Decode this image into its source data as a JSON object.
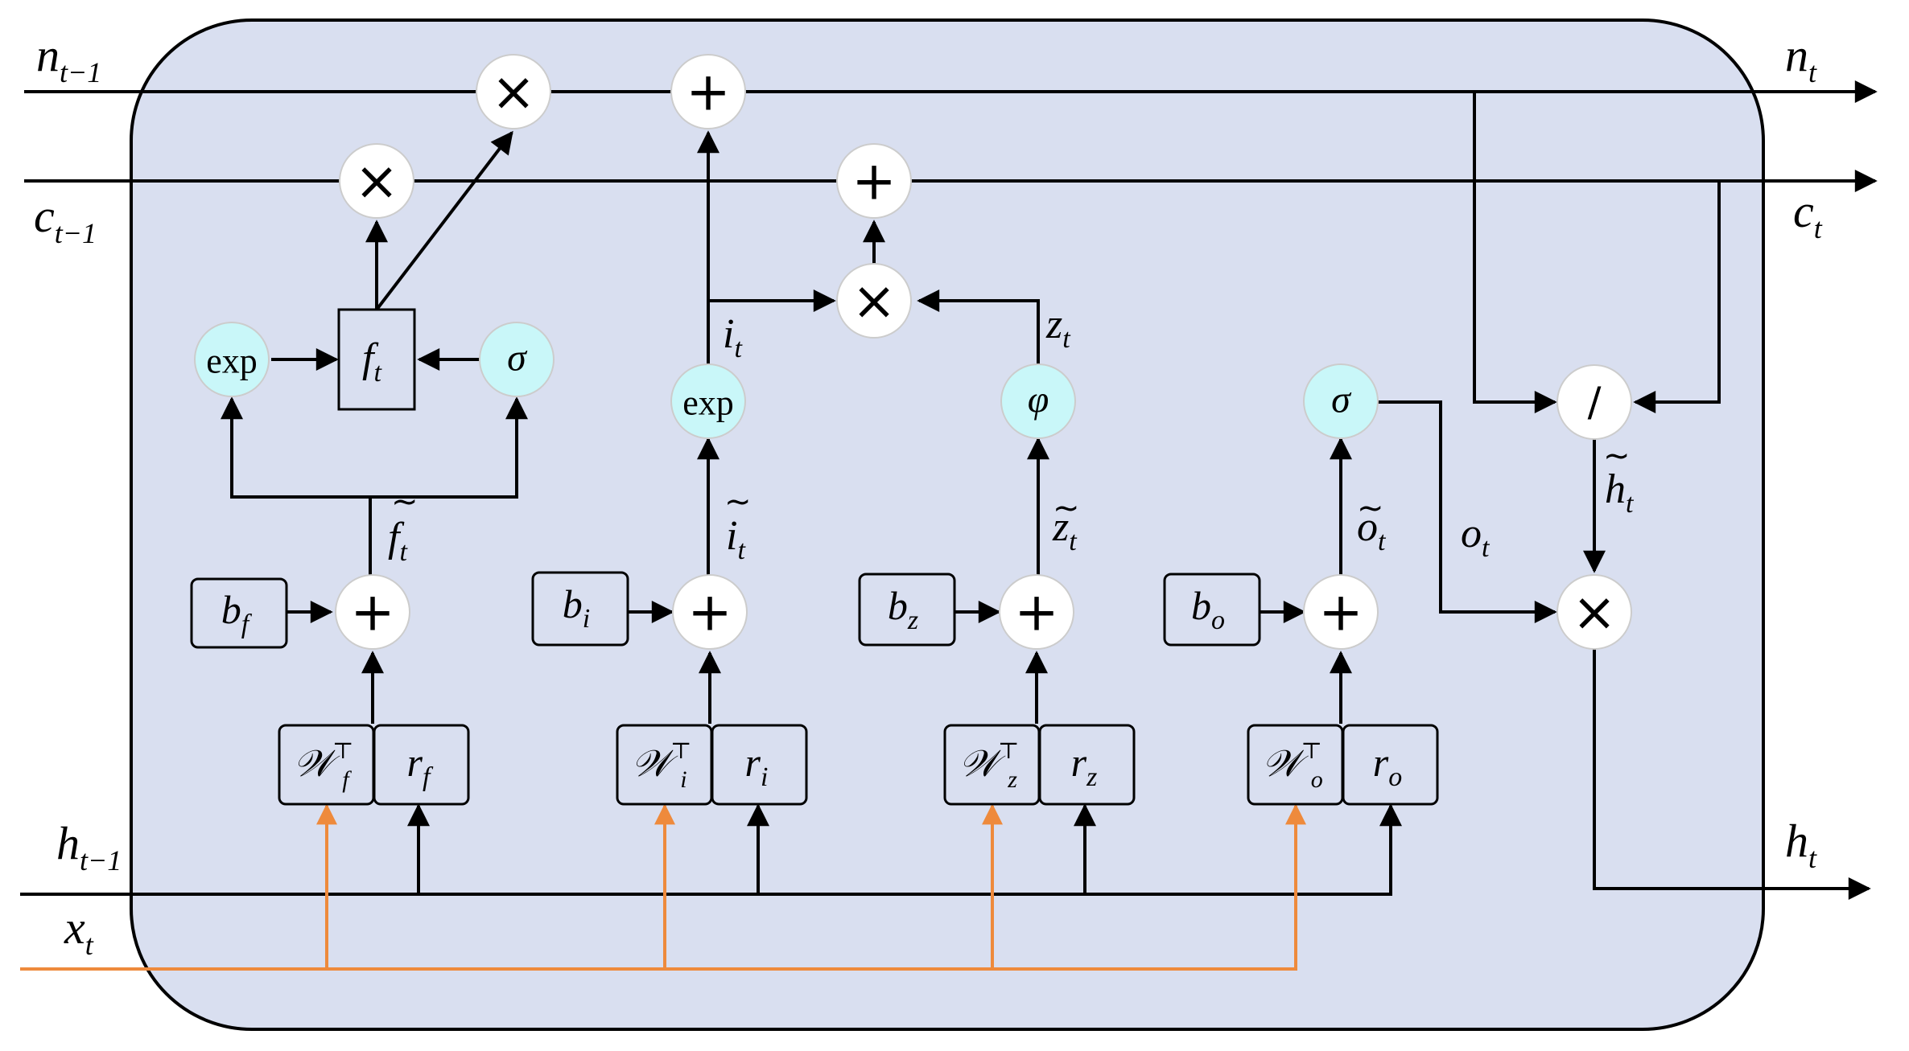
{
  "colors": {
    "cell_fill": "#d9dff0",
    "activation_fill": "#c9f7f9",
    "input_line": "#ee8a3c",
    "line": "#000000"
  },
  "labels": {
    "n_prev": {
      "base": "n",
      "sub": "t−1"
    },
    "c_prev": {
      "base": "c",
      "sub": "t−1"
    },
    "n_out": {
      "base": "n",
      "sub": "t"
    },
    "c_out": {
      "base": "c",
      "sub": "t"
    },
    "h_prev": {
      "base": "h",
      "sub": "t−1"
    },
    "x_in": {
      "base": "x",
      "sub": "t"
    },
    "h_out": {
      "base": "h",
      "sub": "t"
    },
    "i_t": {
      "base": "i",
      "sub": "t"
    },
    "z_t": {
      "base": "z",
      "sub": "t"
    },
    "o_t": {
      "base": "o",
      "sub": "t"
    },
    "f_tilde": {
      "base": "f",
      "sub": "t",
      "accent": "~"
    },
    "i_tilde": {
      "base": "i",
      "sub": "t",
      "accent": "~"
    },
    "z_tilde": {
      "base": "z",
      "sub": "t",
      "accent": "~"
    },
    "o_tilde": {
      "base": "o",
      "sub": "t",
      "accent": "~"
    },
    "h_tilde": {
      "base": "h",
      "sub": "t",
      "accent": "~"
    }
  },
  "operators": {
    "multiply": "×",
    "add": "+",
    "divide": "/"
  },
  "activations": {
    "exp": "exp",
    "sigma": "σ",
    "phi": "φ"
  },
  "gate_box": {
    "base": "f",
    "sub": "t"
  },
  "biases": [
    {
      "base": "b",
      "sub": "f"
    },
    {
      "base": "b",
      "sub": "i"
    },
    {
      "base": "b",
      "sub": "z"
    },
    {
      "base": "b",
      "sub": "o"
    }
  ],
  "weights": [
    {
      "base": "𝒲",
      "sub": "f",
      "sup": "⊤"
    },
    {
      "base": "𝒲",
      "sub": "i",
      "sup": "⊤"
    },
    {
      "base": "𝒲",
      "sub": "z",
      "sup": "⊤"
    },
    {
      "base": "𝒲",
      "sub": "o",
      "sup": "⊤"
    }
  ],
  "recurrents": [
    {
      "base": "r",
      "sub": "f"
    },
    {
      "base": "r",
      "sub": "i"
    },
    {
      "base": "r",
      "sub": "z"
    },
    {
      "base": "r",
      "sub": "o"
    }
  ]
}
